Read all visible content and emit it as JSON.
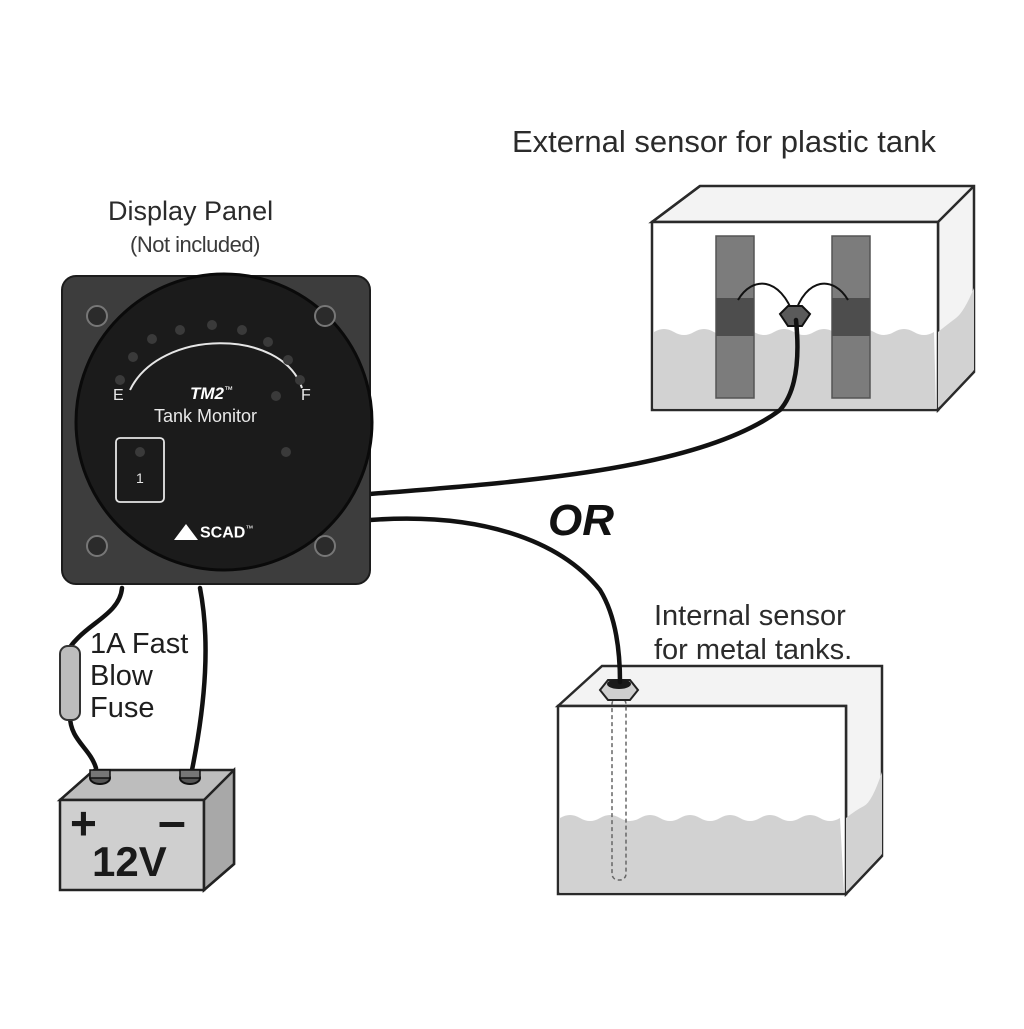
{
  "labels": {
    "display_panel": "Display Panel",
    "not_included": "(Not included)",
    "external_sensor": "External sensor for plastic tank",
    "internal_sensor_line1": "Internal sensor",
    "internal_sensor_line2": "for metal tanks.",
    "or": "OR",
    "fuse_line1": "1A Fast",
    "fuse_line2": "Blow",
    "fuse_line3": "Fuse",
    "battery_voltage": "12V",
    "battery_plus": "+",
    "battery_minus": "–"
  },
  "panel": {
    "model": "TM2",
    "trademark": "™",
    "subtitle": "Tank Monitor",
    "empty_mark": "E",
    "full_mark": "F",
    "tank_button": "1",
    "brand": "SCAD",
    "brand_trademark": "™"
  },
  "colors": {
    "panel_body": "#3d3d3d",
    "panel_face": "#1b1b1b",
    "water": "#d2d2d2",
    "sensor_strip": "#7c7c7c",
    "tank_outline": "#2a2a2a"
  }
}
